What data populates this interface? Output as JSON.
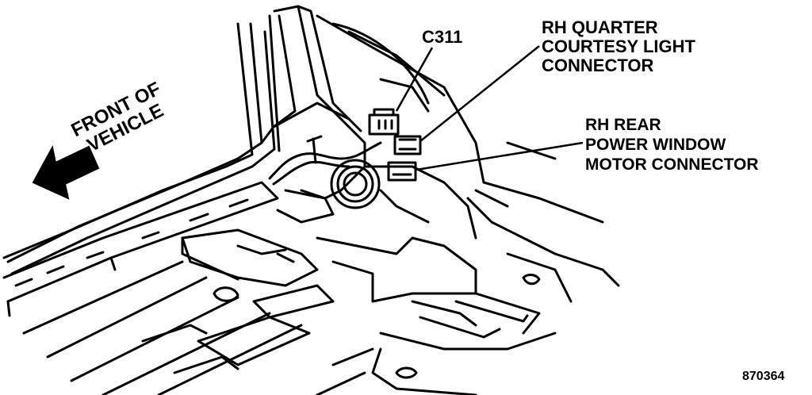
{
  "labels": {
    "front_of_vehicle": [
      "FRONT OF",
      "VEHICLE"
    ],
    "c311": "C311",
    "rh_quarter": [
      "RH QUARTER",
      "COURTESY LIGHT",
      "CONNECTOR"
    ],
    "rh_rear_window": [
      "RH REAR",
      "POWER WINDOW",
      "MOTOR CONNECTOR"
    ],
    "figure_id": "870364"
  },
  "icons": {
    "direction_arrow": "arrow-left-icon"
  },
  "colors": {
    "ink": "#000000",
    "paper": "#ffffff"
  }
}
